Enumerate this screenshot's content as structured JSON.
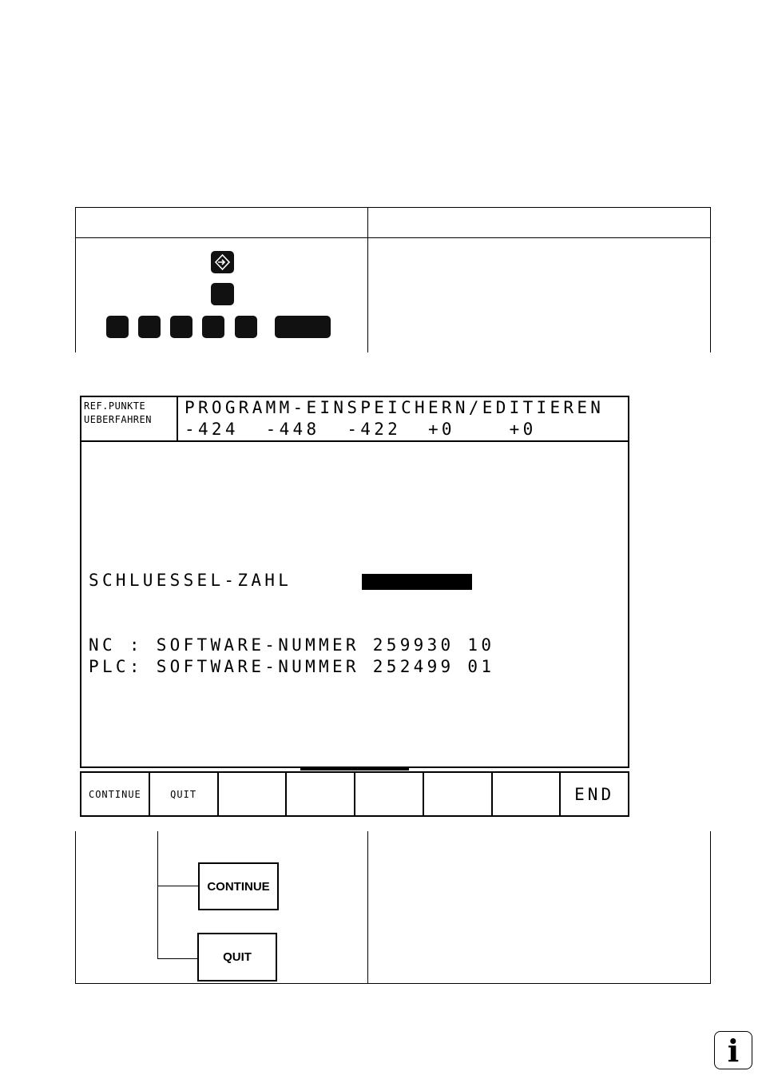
{
  "screen": {
    "mode_label_line1": "REF.PUNKTE",
    "mode_label_line2": "UEBERFAHREN",
    "title": "PROGRAMM-EINSPEICHERN/EDITIEREN",
    "positions": "-424  -448  -422  +0    +0",
    "code_label": "SCHLUESSEL-ZAHL",
    "nc_line": "NC : SOFTWARE-NUMMER 259930 10",
    "plc_line": "PLC: SOFTWARE-NUMMER 252499 01"
  },
  "softkeys": [
    "CONTINUE",
    "QUIT",
    "",
    "",
    "",
    "",
    "",
    "END"
  ],
  "flow": {
    "continue_label": "CONTINUE",
    "quit_label": "QUIT"
  },
  "icons": {
    "mode_key": "program-entry-icon",
    "info": "info-icon"
  },
  "info_glyph": "i"
}
